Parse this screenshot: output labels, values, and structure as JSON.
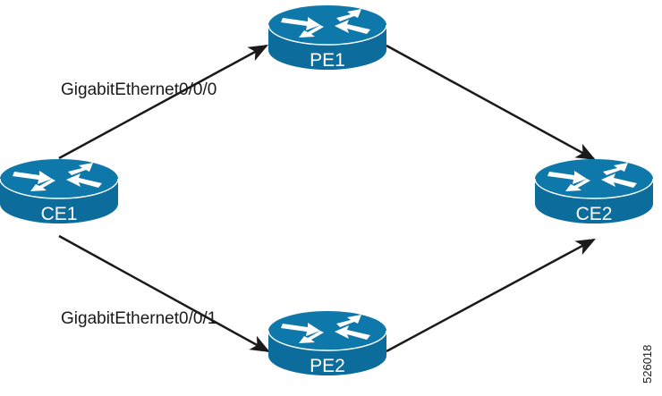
{
  "diagram": {
    "colors": {
      "router_body": "#0c6d9c",
      "router_top": "#0e78aa",
      "router_edge": "#ffffff",
      "arrow": "#1a1a1a"
    },
    "routers": [
      {
        "id": "CE1",
        "label": "CE1",
        "icon": "router-icon"
      },
      {
        "id": "PE1",
        "label": "PE1",
        "icon": "router-icon"
      },
      {
        "id": "PE2",
        "label": "PE2",
        "icon": "router-icon"
      },
      {
        "id": "CE2",
        "label": "CE2",
        "icon": "router-icon"
      }
    ],
    "links": [
      {
        "from": "CE1",
        "to": "PE1",
        "label": "GigabitEthernet0/0/0"
      },
      {
        "from": "CE1",
        "to": "PE2",
        "label": "GigabitEthernet0/0/1"
      },
      {
        "from": "PE1",
        "to": "CE2",
        "label": ""
      },
      {
        "from": "PE2",
        "to": "CE2",
        "label": ""
      }
    ],
    "figure_id": "526018"
  }
}
